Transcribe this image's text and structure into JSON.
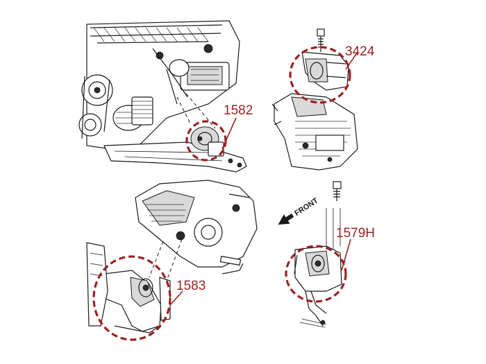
{
  "callouts": {
    "top_right": "3424",
    "top_left": "1582",
    "bottom_left": "1583",
    "bottom_right": "1579H"
  },
  "direction_label": "FRONT",
  "colors": {
    "callout": "#9a2121",
    "line_art": "#1a1a1a",
    "background": "#ffffff"
  }
}
